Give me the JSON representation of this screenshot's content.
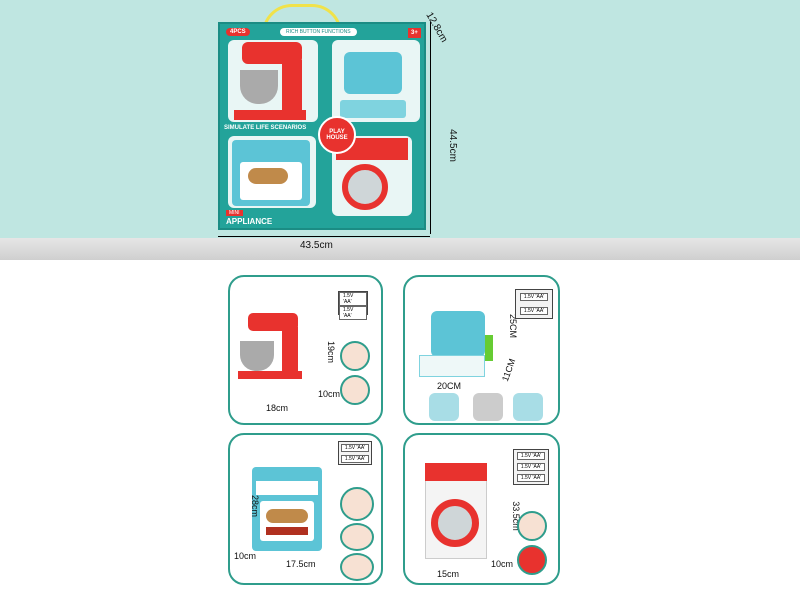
{
  "package": {
    "count_badge": "4PCS",
    "age_badge": "3+",
    "top_banner": "RICH BUTTON FUNCTIONS",
    "middle_banner": "SIMULATE LIFE SCENARIOS",
    "center_badge": "PLAY HOUSE",
    "bottom_title_small": "MINI",
    "bottom_title": "APPLIANCE",
    "dims": {
      "depth": "12.8cm",
      "height": "44.5cm",
      "width": "43.5cm"
    }
  },
  "panels": [
    {
      "name": "mixer",
      "dims": [
        "18cm",
        "19cm",
        "10cm"
      ],
      "battery": [
        "1.5V 'AA'",
        "1.5V 'AA'"
      ]
    },
    {
      "name": "cash-register",
      "dims": [
        "20CM",
        "25CM",
        "11CM"
      ],
      "battery": [
        "1.5V 'AA'",
        "1.5V 'AA'"
      ]
    },
    {
      "name": "oven",
      "dims": [
        "17.5cm",
        "28cm",
        "10cm"
      ],
      "battery": [
        "1.5V 'AA'",
        "1.5V 'AA'"
      ]
    },
    {
      "name": "washing-machine",
      "dims": [
        "15cm",
        "33.5cm",
        "10cm"
      ],
      "battery": [
        "1.5V 'AA'",
        "1.5V 'AA'",
        "1.5V 'AA'"
      ]
    }
  ],
  "colors": {
    "teal": "#23a39a",
    "red": "#e8322e",
    "blue": "#5cc4d6",
    "border": "#2f9d8c"
  }
}
